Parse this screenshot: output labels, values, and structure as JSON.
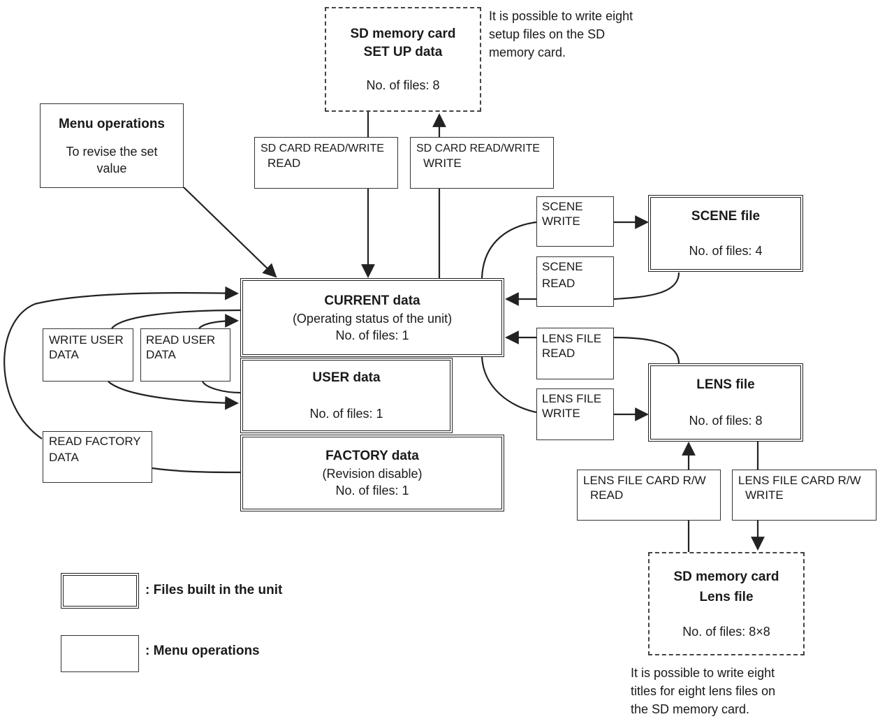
{
  "sd_setup": {
    "line1": "SD memory card",
    "line2": "SET UP data",
    "files": "No. of files: 8"
  },
  "sd_setup_note": [
    "It is possible to write eight",
    "setup files on the SD",
    "memory card."
  ],
  "menu_ops": {
    "title": "Menu operations",
    "line1": "To revise the set",
    "line2": "value"
  },
  "sd_read": {
    "line1": "SD CARD READ/WRITE",
    "line2": "READ"
  },
  "sd_write": {
    "line1": "SD CARD READ/WRITE",
    "line2": "WRITE"
  },
  "scene_write": {
    "line1": "SCENE",
    "line2": "WRITE"
  },
  "scene_read": {
    "line1": "SCENE",
    "line2": "READ"
  },
  "scene_file": {
    "title": "SCENE file",
    "files": "No. of files: 4"
  },
  "current": {
    "title": "CURRENT data",
    "sub": "(Operating status of the unit)",
    "files": "No. of files: 1"
  },
  "write_user": {
    "line1": "WRITE USER",
    "line2": "DATA"
  },
  "read_user": {
    "line1": "READ USER",
    "line2": "DATA"
  },
  "user": {
    "title": "USER data",
    "files": "No. of files: 1"
  },
  "read_factory": {
    "line1": "READ FACTORY",
    "line2": "DATA"
  },
  "factory": {
    "title": "FACTORY data",
    "sub": "(Revision disable)",
    "files": "No. of files: 1"
  },
  "lens_file_read": {
    "line1": "LENS FILE",
    "line2": "READ"
  },
  "lens_file_write": {
    "line1": "LENS FILE",
    "line2": "WRITE"
  },
  "lens_file": {
    "title": "LENS file",
    "files": "No. of files: 8"
  },
  "lens_card_read": {
    "line1": "LENS FILE CARD R/W",
    "line2": "READ"
  },
  "lens_card_write": {
    "line1": "LENS FILE CARD R/W",
    "line2": "WRITE"
  },
  "sd_lens": {
    "line1": "SD memory card",
    "line2": "Lens file",
    "files": "No. of files: 8×8"
  },
  "sd_lens_note": [
    "It is possible to write eight",
    "titles for eight lens files on",
    "the SD memory card."
  ],
  "legend": {
    "files_built": ": Files built in the unit",
    "menu_ops": ": Menu operations"
  }
}
